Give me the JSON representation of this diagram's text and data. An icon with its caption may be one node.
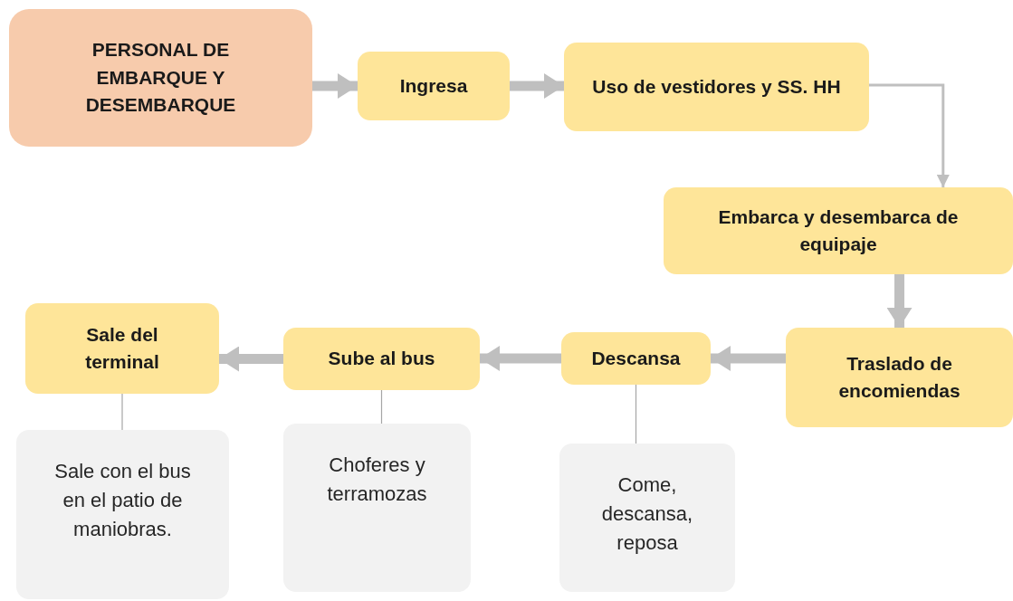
{
  "diagram": {
    "nodes": [
      {
        "text": [
          "PERSONAL DE EMBARQUE Y DESEMBARQUE"
        ]
      },
      {
        "text": [
          "Ingresa"
        ]
      },
      {
        "text": [
          "Uso de vestidores y SS. HH"
        ]
      },
      {
        "text": [
          "Embarca y desembarca de equipaje"
        ]
      },
      {
        "text": [
          "Traslado de encomiendas"
        ]
      },
      {
        "text": [
          "Descansa"
        ]
      },
      {
        "text": [
          "Sube al bus"
        ]
      },
      {
        "text": [
          "Sale del terminal"
        ]
      },
      {
        "text": [
          "Sale con el bus en el patio de maniobras."
        ]
      },
      {
        "text": [
          "Choferes y terramozas"
        ]
      },
      {
        "text": [
          "Come, descansa, reposa"
        ]
      }
    ],
    "edges": [
      {
        "from": 0,
        "to": 1,
        "arrow": "to"
      },
      {
        "from": 1,
        "to": 2,
        "arrow": "to"
      },
      {
        "from": 2,
        "to": 3,
        "arrow": "to"
      },
      {
        "from": 3,
        "to": 4,
        "arrow": "to"
      },
      {
        "from": 4,
        "to": 5,
        "arrow": "to"
      },
      {
        "from": 5,
        "to": 6,
        "arrow": "to"
      },
      {
        "from": 6,
        "to": 7,
        "arrow": "to"
      },
      {
        "from": 7,
        "to": 8,
        "arrow": "none"
      },
      {
        "from": 6,
        "to": 9,
        "arrow": "none"
      },
      {
        "from": 5,
        "to": 10,
        "arrow": "none"
      }
    ]
  }
}
